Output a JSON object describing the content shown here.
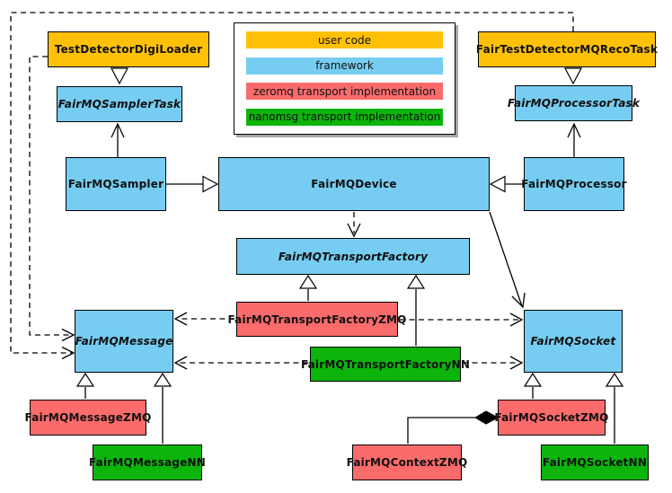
{
  "theme": {
    "user_code_color": "#FFC107",
    "framework_color": "#76CDF1",
    "zeromq_color": "#FA6B6B",
    "nanomsg_color": "#0CB40C",
    "line_color": "#000000",
    "background_color": "#FFFFFF"
  },
  "legend": {
    "items": [
      {
        "label": "user code",
        "color_key": "user_code"
      },
      {
        "label": "framework",
        "color_key": "framework"
      },
      {
        "label": "zeromq transport implementation",
        "color_key": "zeromq"
      },
      {
        "label": "nanomsg transport implementation",
        "color_key": "nanomsg"
      }
    ]
  },
  "nodes": {
    "test_detector_digi_loader": {
      "label": "TestDetectorDigiLoader",
      "category": "user_code",
      "abstract": false
    },
    "fair_test_detector_mq_reco_task": {
      "label": "FairTestDetectorMQRecoTask",
      "category": "user_code",
      "abstract": false
    },
    "fair_mq_sampler_task": {
      "label": "FairMQSamplerTask",
      "category": "framework",
      "abstract": true
    },
    "fair_mq_processor_task": {
      "label": "FairMQProcessorTask",
      "category": "framework",
      "abstract": true
    },
    "fair_mq_sampler": {
      "label": "FairMQSampler",
      "category": "framework",
      "abstract": false
    },
    "fair_mq_device": {
      "label": "FairMQDevice",
      "category": "framework",
      "abstract": false
    },
    "fair_mq_processor": {
      "label": "FairMQProcessor",
      "category": "framework",
      "abstract": false
    },
    "fair_mq_transport_factory": {
      "label": "FairMQTransportFactory",
      "category": "framework",
      "abstract": true
    },
    "fair_mq_transport_factory_zmq": {
      "label": "FairMQTransportFactoryZMQ",
      "category": "zeromq",
      "abstract": false
    },
    "fair_mq_transport_factory_nn": {
      "label": "FairMQTransportFactoryNN",
      "category": "nanomsg",
      "abstract": false
    },
    "fair_mq_message": {
      "label": "FairMQMessage",
      "category": "framework",
      "abstract": true
    },
    "fair_mq_socket": {
      "label": "FairMQSocket",
      "category": "framework",
      "abstract": true
    },
    "fair_mq_message_zmq": {
      "label": "FairMQMessageZMQ",
      "category": "zeromq",
      "abstract": false
    },
    "fair_mq_message_nn": {
      "label": "FairMQMessageNN",
      "category": "nanomsg",
      "abstract": false
    },
    "fair_mq_context_zmq": {
      "label": "FairMQContextZMQ",
      "category": "zeromq",
      "abstract": false
    },
    "fair_mq_socket_zmq": {
      "label": "FairMQSocketZMQ",
      "category": "zeromq",
      "abstract": false
    },
    "fair_mq_socket_nn": {
      "label": "FairMQSocketNN",
      "category": "nanomsg",
      "abstract": false
    }
  }
}
